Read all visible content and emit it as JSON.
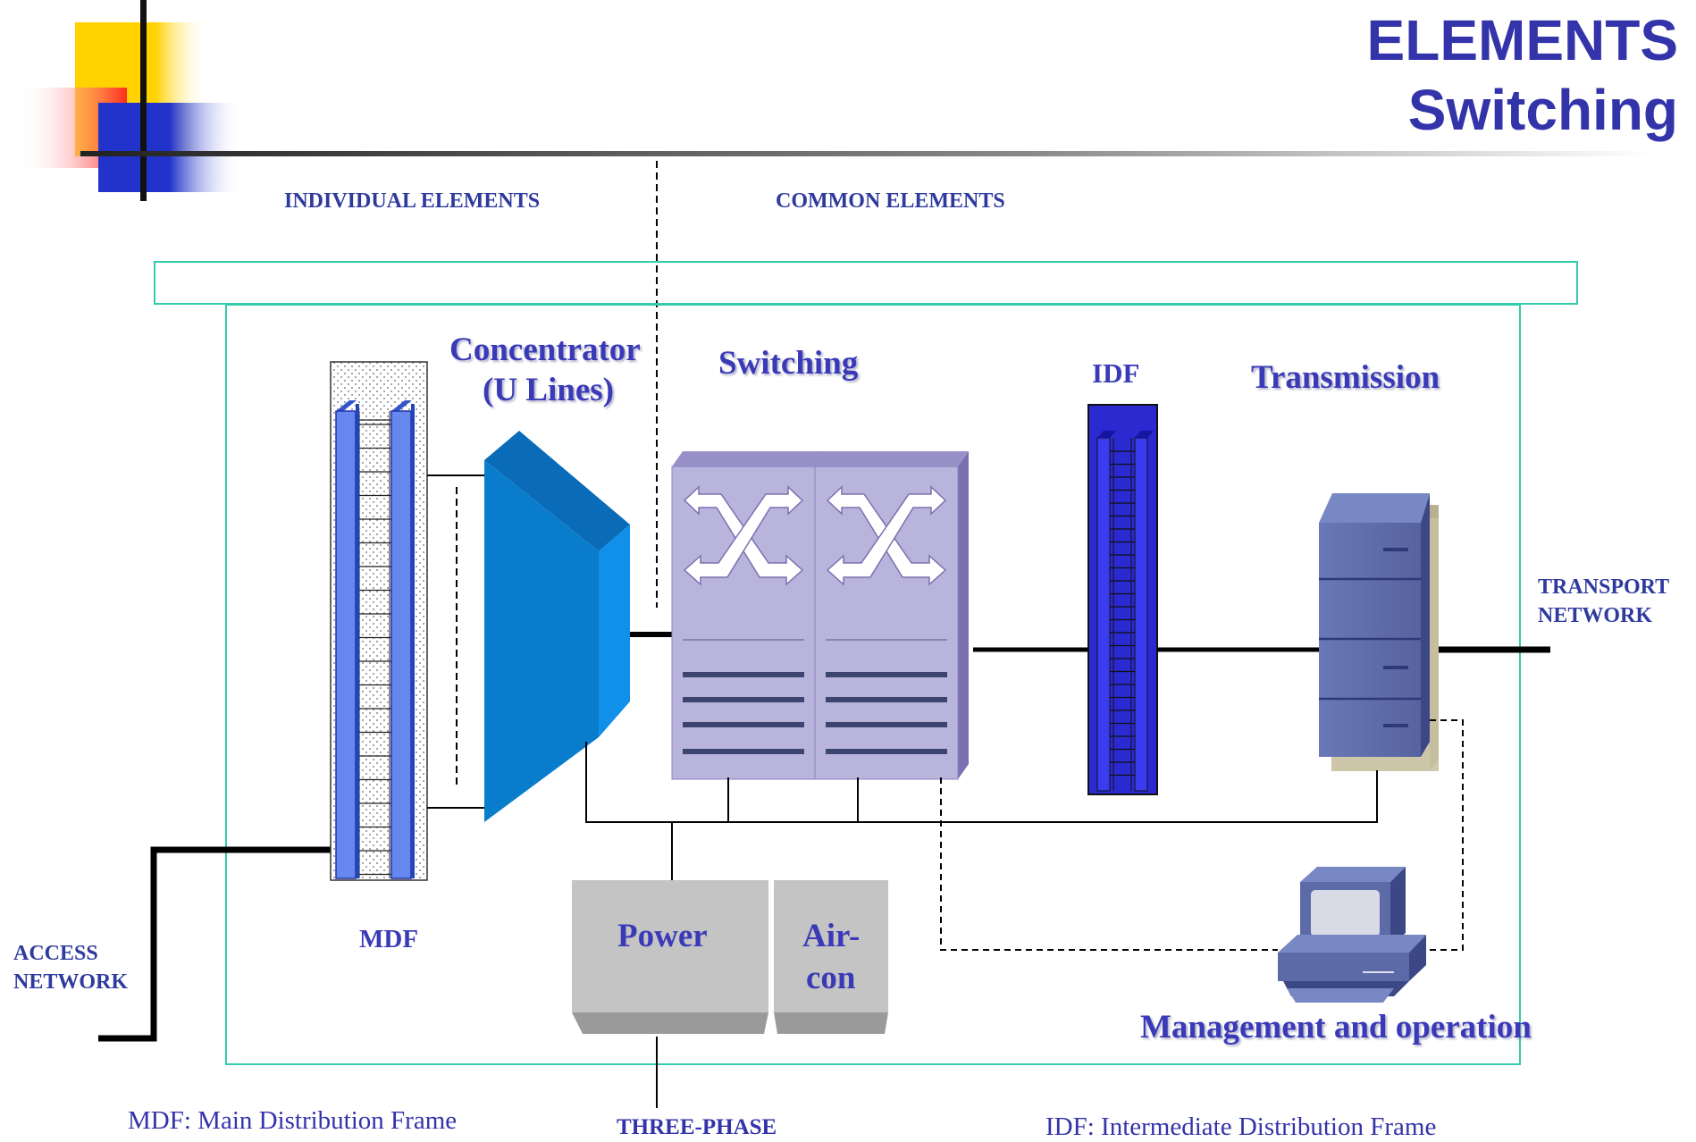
{
  "title": {
    "line1": "ELEMENTS",
    "line2": "Switching"
  },
  "headers": {
    "individual": "INDIVIDUAL ELEMENTS",
    "common": "COMMON ELEMENTS"
  },
  "labels": {
    "concentrator_line1": "Concentrator",
    "concentrator_line2": "(U Lines)",
    "switching": "Switching",
    "idf": "IDF",
    "transmission": "Transmission",
    "mdf": "MDF",
    "power": "Power",
    "aircon_line1": "Air-",
    "aircon_line2": "con",
    "management": "Management and operation"
  },
  "sides": {
    "access_line1": "ACCESS",
    "access_line2": "NETWORK",
    "transport_line1": "TRANSPORT",
    "transport_line2": "NETWORK"
  },
  "footer": {
    "mdf_def": "MDF: Main  Distribution Frame",
    "three_phase": "THREE-PHASE",
    "idf_def": "IDF: Intermediate  Distribution Frame"
  },
  "colors": {
    "title": "#3333aa",
    "label": "#3a3ab8",
    "frame": "#33ccaa",
    "concentrator": "#0a7ccc",
    "switch": "#b8b4dc",
    "idf": "#2a2ad0",
    "server": "#5c6aa8"
  }
}
